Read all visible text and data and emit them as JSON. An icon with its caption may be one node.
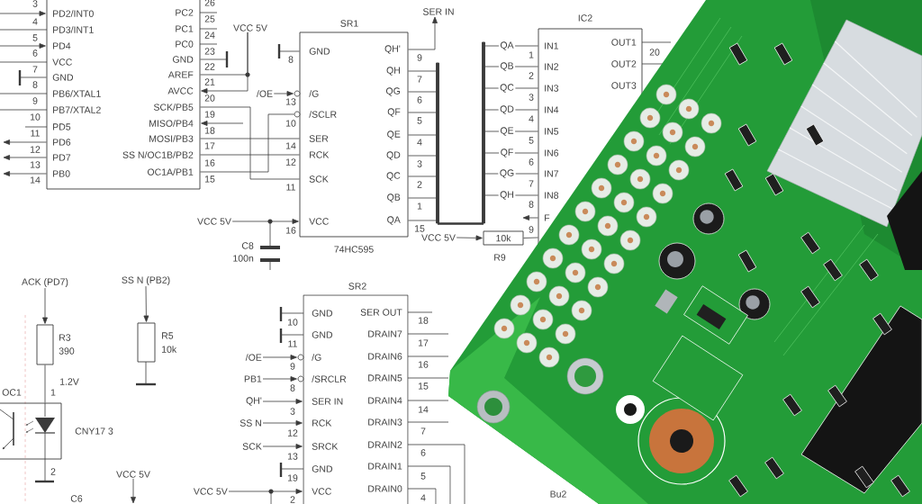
{
  "diagram": {
    "nodes": [
      {
        "text": [
          "PD2/INT0",
          "PD3/INT1",
          "PD4",
          "VCC",
          "GND",
          "PB6/XTAL1",
          "PB7/XTAL2",
          "PD5",
          "PD6",
          "PD7",
          "PB0",
          "PC2",
          "PC1",
          "PC0",
          "GND",
          "AREF",
          "AVCC",
          "SCK/PB5",
          "MISO/PB4",
          "MOSI/PB3",
          "SS N/OC1B/PB2",
          "OC1A/PB1"
        ],
        "beside": [
          "3",
          "4",
          "5",
          "6",
          "7",
          "8",
          "9",
          "10",
          "11",
          "12",
          "13",
          "14",
          "26",
          "25",
          "24",
          "23",
          "22",
          "21",
          "20",
          "19",
          "18",
          "17",
          "16",
          "15"
        ]
      },
      {
        "text": [
          "VCC 5V"
        ]
      },
      {
        "text": [
          "/OE"
        ]
      },
      {
        "text": [
          "SR1",
          "GND",
          "/G",
          "/SCLR",
          "SER",
          "RCK",
          "SCK",
          "VCC",
          "QH'",
          "QH",
          "QG",
          "QF",
          "QE",
          "QD",
          "QC",
          "QB",
          "QA"
        ],
        "beside": [
          "74HC595",
          "8",
          "13",
          "10",
          "14",
          "12",
          "11",
          "16",
          "9",
          "7",
          "6",
          "5",
          "4",
          "3",
          "2",
          "1",
          "15"
        ]
      },
      {
        "text": [
          "SER IN"
        ]
      },
      {
        "text": [
          "VCC 5V"
        ]
      },
      {
        "text": [
          "IC2",
          "IN1",
          "IN2",
          "IN3",
          "IN4",
          "IN5",
          "IN6",
          "IN7",
          "IN8",
          "F",
          "OUT1",
          "OUT2",
          "OUT3"
        ],
        "beside": [
          "1",
          "2",
          "3",
          "4",
          "5",
          "6",
          "7",
          "8",
          "9",
          "20"
        ]
      },
      {
        "text": [
          "VCC 5V"
        ]
      },
      {
        "text": [
          "10k"
        ],
        "beside": [
          "R9"
        ]
      },
      {
        "text": [
          "ACK (PD7)"
        ]
      },
      {
        "text": [],
        "shape": "box",
        "beside": [
          "R3",
          "390"
        ]
      },
      {
        "text": [
          "SS N (PB2)"
        ]
      },
      {
        "text": [],
        "shape": "box",
        "beside": [
          "R5",
          "10k"
        ]
      },
      {
        "text": [
          "OC1"
        ],
        "beside": [
          "CNY17 3",
          "1",
          "2"
        ]
      },
      {
        "text": [
          "SR2",
          "GND",
          "GND",
          "/G",
          "/SRCLR",
          "SER IN",
          "RCK",
          "SRCK",
          "GND",
          "VCC",
          "SER OUT",
          "DRAIN7",
          "DRAIN6",
          "DRAIN5",
          "DRAIN4",
          "DRAIN3",
          "DRAIN2",
          "DRAIN1",
          "DRAIN0"
        ],
        "beside": [
          "10",
          "11",
          "9",
          "8",
          "3",
          "12",
          "13",
          "19",
          "2",
          "18",
          "17",
          "16",
          "15",
          "14",
          "7",
          "6",
          "5",
          "4"
        ]
      },
      {
        "text": [
          "/OE"
        ]
      },
      {
        "text": [
          "PB1"
        ]
      },
      {
        "text": [
          "QH'"
        ]
      },
      {
        "text": [
          "SS N"
        ]
      },
      {
        "text": [
          "SCK"
        ]
      },
      {
        "text": [
          "VCC 5V"
        ]
      },
      {
        "text": [
          "VCC 5V"
        ]
      },
      {
        "text": [],
        "shape": "bar"
      },
      {
        "text": [],
        "shape": "bar"
      }
    ],
    "edges": [
      {
        "from": null,
        "to": 0,
        "arrow": "to"
      },
      {
        "from": null,
        "to": 0,
        "arrow": "to"
      },
      {
        "from": 0,
        "to": null,
        "arrow": "to"
      },
      {
        "from": 0,
        "to": null,
        "arrow": "to"
      },
      {
        "from": 0,
        "to": null,
        "arrow": "to"
      },
      {
        "from": null,
        "to": 0,
        "arrow": "to"
      },
      {
        "from": 1,
        "to": 0,
        "arrow": "to"
      },
      {
        "from": 1,
        "to": 0,
        "arrow": "none"
      },
      {
        "from": 2,
        "to": 3,
        "arrow": "to"
      },
      {
        "from": 0,
        "to": 3,
        "arrow": "none"
      },
      {
        "from": 0,
        "to": 3,
        "arrow": "none"
      },
      {
        "from": 0,
        "to": 3,
        "arrow": "none"
      },
      {
        "from": 0,
        "to": 3,
        "arrow": "none"
      },
      {
        "from": 5,
        "to": 3,
        "arrow": "to"
      },
      {
        "from": 3,
        "to": 4,
        "arrow": "to"
      },
      {
        "from": 3,
        "to": 22,
        "arrow": "none"
      },
      {
        "from": 3,
        "to": 22,
        "arrow": "none"
      },
      {
        "from": 3,
        "to": 22,
        "arrow": "none"
      },
      {
        "from": 3,
        "to": 22,
        "arrow": "none"
      },
      {
        "from": 3,
        "to": 22,
        "arrow": "none"
      },
      {
        "from": 3,
        "to": 22,
        "arrow": "none"
      },
      {
        "from": 3,
        "to": 22,
        "arrow": "none"
      },
      {
        "from": 3,
        "to": 22,
        "arrow": "none"
      },
      {
        "from": 22,
        "to": 23,
        "arrow": "none",
        "style": "thick"
      },
      {
        "from": 23,
        "to": 6,
        "arrow": "none",
        "label": "QA"
      },
      {
        "from": 23,
        "to": 6,
        "arrow": "none",
        "label": "QB"
      },
      {
        "from": 23,
        "to": 6,
        "arrow": "none",
        "label": "QC"
      },
      {
        "from": 23,
        "to": 6,
        "arrow": "none",
        "label": "QD"
      },
      {
        "from": 23,
        "to": 6,
        "arrow": "none",
        "label": "QE"
      },
      {
        "from": 23,
        "to": 6,
        "arrow": "none",
        "label": "QF"
      },
      {
        "from": 23,
        "to": 6,
        "arrow": "none",
        "label": "QG"
      },
      {
        "from": 23,
        "to": 6,
        "arrow": "none",
        "label": "QH"
      },
      {
        "from": 7,
        "to": 8,
        "arrow": "to"
      },
      {
        "from": 8,
        "to": 6,
        "arrow": "none"
      },
      {
        "from": 6,
        "to": null,
        "arrow": "to"
      },
      {
        "from": 9,
        "to": 10,
        "arrow": "to"
      },
      {
        "from": 10,
        "to": 13,
        "arrow": "none"
      },
      {
        "from": 11,
        "to": 12,
        "arrow": "to"
      },
      {
        "from": 15,
        "to": 14,
        "arrow": "to"
      },
      {
        "from": 16,
        "to": 14,
        "arrow": "to"
      },
      {
        "from": 17,
        "to": 14,
        "arrow": "to"
      },
      {
        "from": 18,
        "to": 14,
        "arrow": "to"
      },
      {
        "from": 19,
        "to": 14,
        "arrow": "to"
      },
      {
        "from": 20,
        "to": 14,
        "arrow": "to"
      },
      {
        "from": 21,
        "to": null,
        "arrow": "to"
      }
    ],
    "labels": [
      "C8",
      "100n",
      "1.2V",
      "C6",
      "Bu2"
    ]
  }
}
